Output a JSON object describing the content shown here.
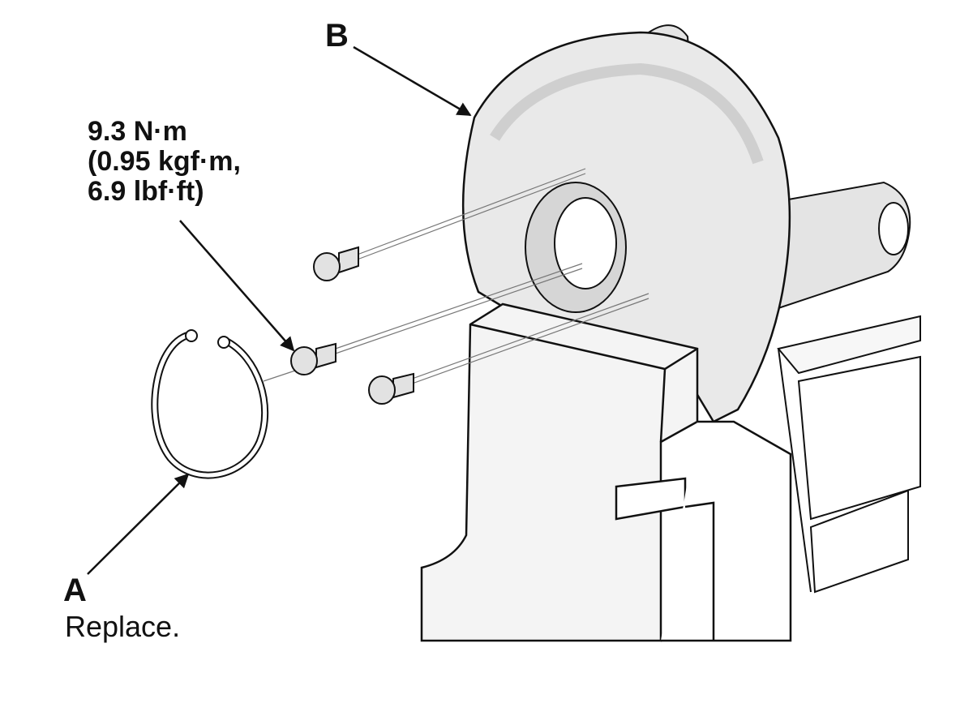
{
  "labels": {
    "b": "B",
    "a": "A",
    "a_note": "Replace.",
    "torque": [
      "9.3 N·m",
      "(0.95 kgf·m,",
      "6.9 lbf·ft)"
    ]
  },
  "colors": {
    "line": "#111111",
    "part_fill": "#e9e9e9",
    "part_shadow": "#cfcfcf",
    "bracket_fill": "#f4f4f4"
  }
}
